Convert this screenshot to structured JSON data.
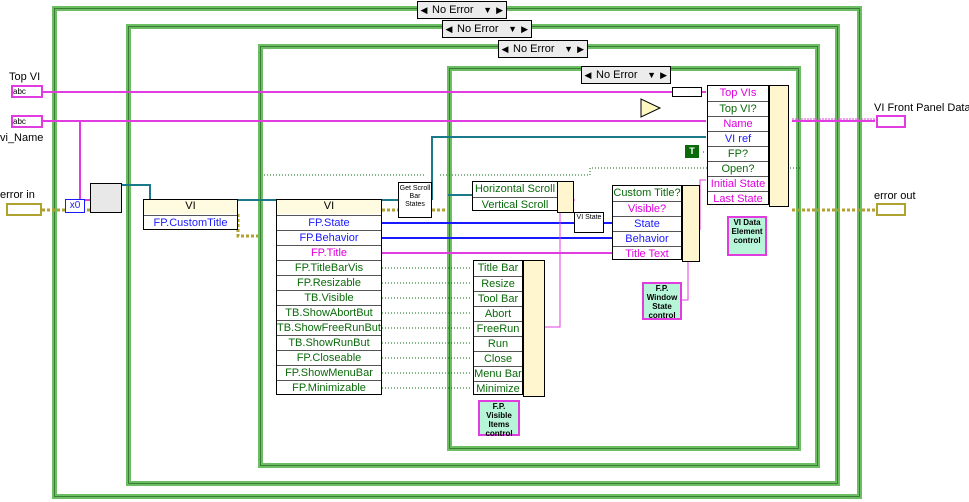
{
  "selectors": {
    "outer": "No Error",
    "level2": "No Error",
    "level3": "No Error",
    "level4": "No Error"
  },
  "labels": {
    "top_vi": "Top VI",
    "vi_name": "vi_Name",
    "error_in": "error in",
    "vi_front_panel_data": "VI Front Panel Data",
    "error_out": "error out",
    "zero_const": "x0",
    "true_const": "T"
  },
  "controls": {
    "top_vi_type": "abc",
    "vi_name_type": "abc"
  },
  "nodes": {
    "get_scroll": "Get Scroll Bar States",
    "vi_state": "VI State",
    "fp_window_state": "F.P. Window State control",
    "fp_visible_items": "F.P. Visible Items control",
    "vi_data_element": "VI Data Element control"
  },
  "prop1": {
    "header": "VI",
    "rows": [
      "FP.CustomTitle"
    ]
  },
  "prop2": {
    "header": "VI",
    "rows": [
      "FP.State",
      "FP.Behavior",
      "FP.Title",
      "FP.TitleBarVis",
      "FP.Resizable",
      "TB.Visible",
      "TB.ShowAbortBut",
      "TB.ShowFreeRunBut",
      "TB.ShowRunBut",
      "FP.Closeable",
      "FP.ShowMenuBar",
      "FP.Minimizable"
    ]
  },
  "scroll_bundle": {
    "rows": [
      "Horizontal Scroll",
      "Vertical Scroll"
    ]
  },
  "visible_bundle": {
    "rows": [
      "Title Bar",
      "Resize",
      "Tool Bar",
      "Abort",
      "FreeRun",
      "Run",
      "Close",
      "Menu Bar",
      "Minimize"
    ]
  },
  "window_bundle": {
    "rows": [
      "Custom Title?",
      "Visible?",
      "State",
      "Behavior",
      "Title Text"
    ]
  },
  "data_bundle": {
    "rows": [
      "Top VIs",
      "Top VI?",
      "Name",
      "VI ref",
      "FP?",
      "Open?",
      "Initial State",
      "Last State"
    ]
  }
}
